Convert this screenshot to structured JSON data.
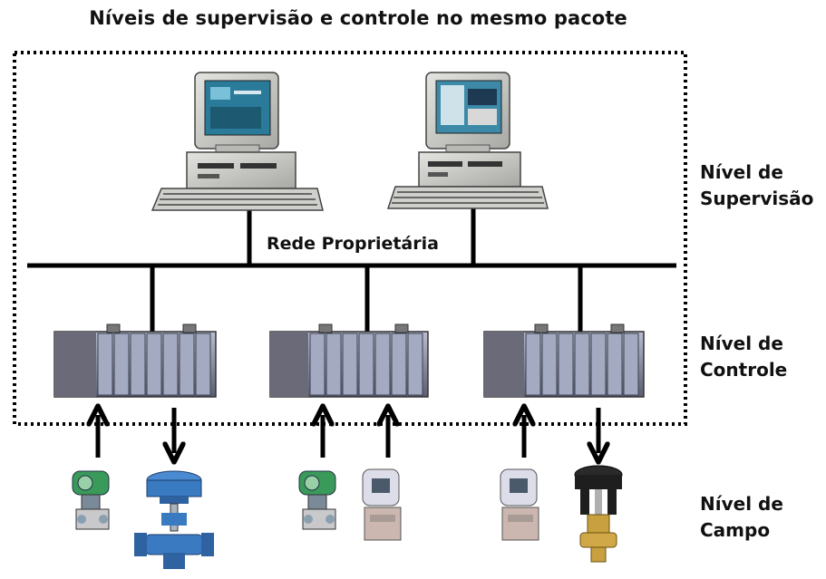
{
  "title": "Níveis de supervisão e controle no mesmo pacote",
  "network_label": "Rede Proprietária",
  "levels": {
    "supervision": {
      "line1": "Nível de",
      "line2": "Supervisão"
    },
    "control": {
      "line1": "Nível de",
      "line2": "Controle"
    },
    "field": {
      "line1": "Nível de",
      "line2": "Campo"
    }
  },
  "colors": {
    "line": "#000000",
    "monitor_body": "#c8c8c4",
    "screen": "#2a7a9a",
    "plc_body": "#6a6a78",
    "plc_module": "#9aa0b8",
    "transmitter_green": "#3a9a5a",
    "valve_blue": "#3a7ac0",
    "valve_black": "#1e1e1e",
    "brass": "#c8a040"
  }
}
